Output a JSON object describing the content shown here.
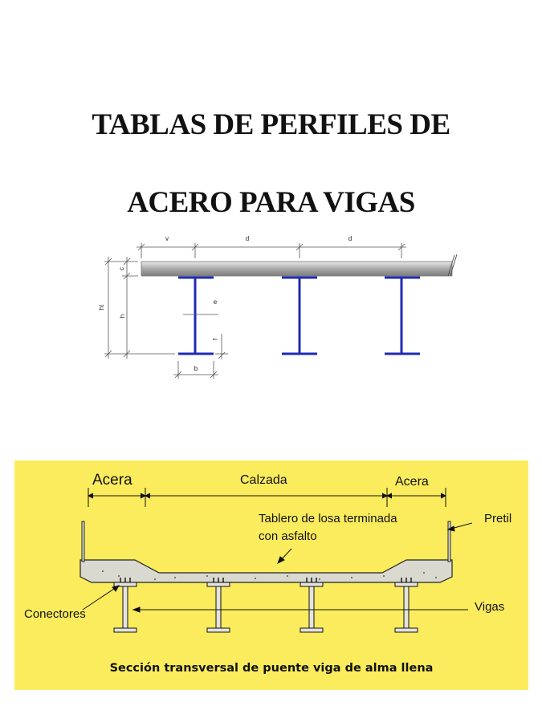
{
  "title": {
    "line1": "TABLAS DE PERFILES DE",
    "line2": "ACERO  PARA VIGAS"
  },
  "beam_diagram": {
    "dimension_labels": {
      "v": "v",
      "d1": "d",
      "d2": "d",
      "c": "c",
      "ht": "ht",
      "h": "h",
      "e": "e",
      "f": "f",
      "b": "b"
    },
    "colors": {
      "beam": "#1f2bb5",
      "slab": "#b8b8b8",
      "dims": "#555555"
    }
  },
  "bridge_section": {
    "labels": {
      "acera_left": "Acera",
      "calzada": "Calzada",
      "acera_right": "Acera",
      "tablero_line1": "Tablero de losa terminada",
      "tablero_line2": "con asfalto",
      "pretil": "Pretil",
      "conectores": "Conectores",
      "vigas": "Vigas"
    },
    "caption": "Sección transversal de puente viga de alma llena",
    "colors": {
      "background": "#fbec5d",
      "concrete": "#d9d9d0"
    }
  }
}
